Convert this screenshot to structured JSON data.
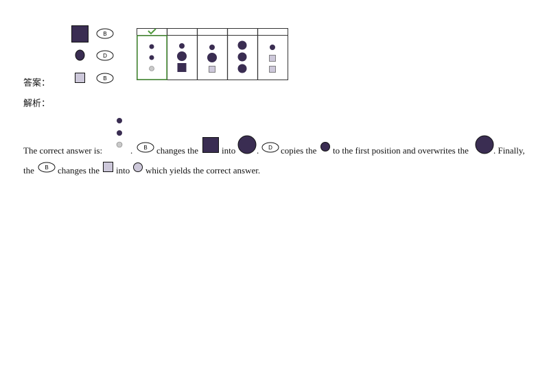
{
  "answer_label": "答案：",
  "analysis_label": "解析：",
  "legend_rows": [
    {
      "shape_icon": "large-dark-square-icon",
      "operator_letter": "B"
    },
    {
      "shape_icon": "dark-circle-icon",
      "operator_letter": "D"
    },
    {
      "shape_icon": "light-square-icon",
      "operator_letter": "B"
    }
  ],
  "options_table": {
    "selected_column": 1,
    "check_icon": "checkmark-icon",
    "columns": [
      {
        "items": [
          "small-dark-dot",
          "small-dark-dot",
          "small-light-dot"
        ]
      },
      {
        "items": [
          "small-dark-dot",
          "medium-dark-circle",
          "dark-square"
        ]
      },
      {
        "items": [
          "small-dark-dot",
          "medium-dark-circle",
          "light-square"
        ]
      },
      {
        "items": [
          "medium-dark-circle",
          "medium-dark-circle",
          "medium-dark-circle"
        ]
      },
      {
        "items": [
          "small-dark-dot",
          "light-square",
          "light-square"
        ]
      }
    ]
  },
  "explanation": {
    "line1": {
      "t1": "The correct answer is:",
      "t2": ".",
      "t3": "changes the",
      "t4": "into",
      "t5": ".",
      "t6": "copies the",
      "t7": "to the first position and overwrites the",
      "t8": ". Finally,"
    },
    "line2": {
      "t1": "the",
      "t2": "changes the",
      "t3": "into",
      "t4": "which yields the correct answer."
    },
    "operator_b": "B",
    "operator_d": "D"
  },
  "colors": {
    "dark_purple": "#3a2d52",
    "light_lavender": "#cdc8da",
    "light_gray_dot": "#c9c9c9",
    "green_check": "#4e9a3a"
  }
}
